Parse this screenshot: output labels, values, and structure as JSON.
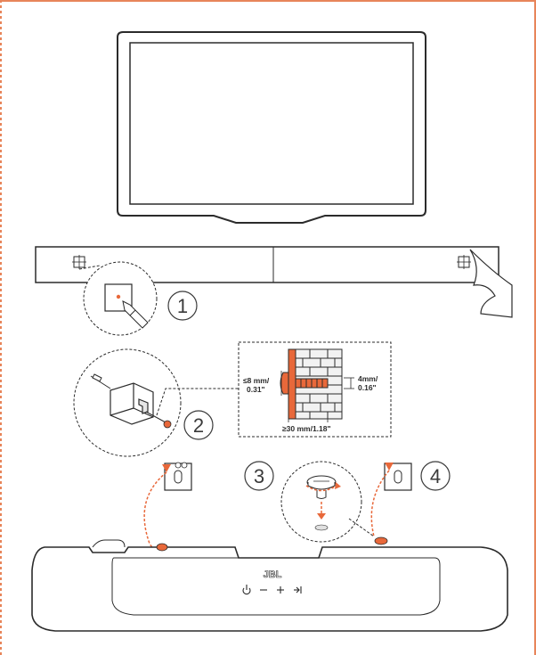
{
  "colors": {
    "line": "#2b2b2b",
    "accent": "#e8683a",
    "frame": "#e8855a",
    "brick": "#f2f2f2"
  },
  "steps": [
    {
      "number": "1"
    },
    {
      "number": "2"
    },
    {
      "number": "3"
    },
    {
      "number": "4"
    }
  ],
  "detail": {
    "plate_thickness": "≤8 mm/",
    "plate_thickness_in": "0.31\"",
    "screw_diameter": "4mm/",
    "screw_diameter_in": "0.16\"",
    "screw_depth": "≥30 mm/1.18\""
  },
  "soundbar": {
    "brand": "JBL",
    "control_icons": [
      "power-icon",
      "volume-down-icon",
      "volume-up-icon",
      "input-source-icon"
    ]
  }
}
